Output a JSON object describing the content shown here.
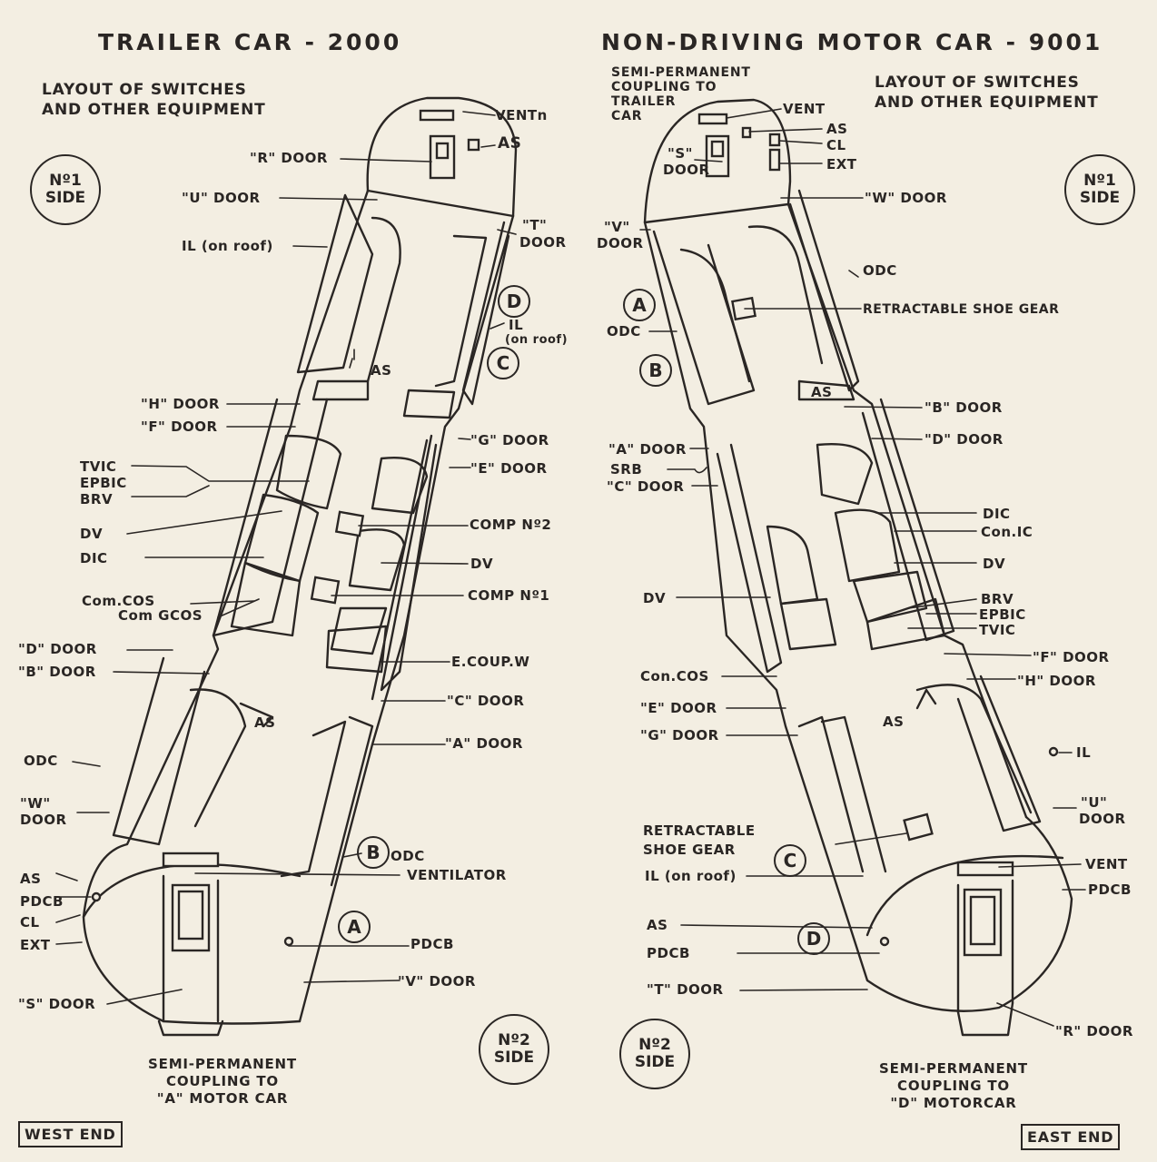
{
  "left": {
    "title": "TRAILER CAR - 2000",
    "subtitle": [
      "LAYOUT OF SWITCHES",
      "AND OTHER EQUIPMENT"
    ],
    "side1": [
      "Nº1",
      "SIDE"
    ],
    "side2": [
      "Nº2",
      "SIDE"
    ],
    "end_box": "WEST END",
    "coupling": [
      "SEMI-PERMANENT",
      "COUPLING TO",
      "\"A\" MOTOR CAR"
    ],
    "circles": [
      "D",
      "C",
      "B",
      "A"
    ],
    "labels": {
      "vent": "VENTn",
      "as_top": "AS",
      "r_door": "\"R\" DOOR",
      "u_door": "\"U\" DOOR",
      "t_door": "\"T\"",
      "t_door2": "DOOR",
      "il_roof": "IL (on roof)",
      "il": "IL",
      "il_on_roof": "(on roof)",
      "as_mid": "AS",
      "h_door": "\"H\" DOOR",
      "f_door": "\"F\" DOOR",
      "g_door": "\"G\" DOOR",
      "e_door": "\"E\" DOOR",
      "tvic": "TVIC",
      "epbic": "EPBIC",
      "brv": "BRV",
      "comp2": "COMP Nº2",
      "dv_left": "DV",
      "dv_right": "DV",
      "dic": "DIC",
      "comp1": "COMP Nº1",
      "com_cos": "Com.COS",
      "com_gcos": "Com GCOS",
      "d_door": "\"D\" DOOR",
      "b_door": "\"B\" DOOR",
      "ecoup": "E.COUP.W",
      "c_door": "\"C\" DOOR",
      "as_low": "AS",
      "a_door": "\"A\" DOOR",
      "odc_left": "ODC",
      "w_door": "\"W\"",
      "w_door2": "DOOR",
      "odc_right": "ODC",
      "ventilator": "VENTILATOR",
      "as_end": "AS",
      "pdcb_end": "PDCB",
      "cl_end": "CL",
      "ext_end": "EXT",
      "pdcb_right": "PDCB",
      "v_door": "\"V\" DOOR",
      "s_door": "\"S\" DOOR"
    }
  },
  "right": {
    "title": "NON-DRIVING MOTOR CAR - 9001",
    "subtitle": [
      "LAYOUT OF SWITCHES",
      "AND OTHER EQUIPMENT"
    ],
    "side1": [
      "Nº1",
      "SIDE"
    ],
    "side2": [
      "Nº2",
      "SIDE"
    ],
    "end_box": "EAST END",
    "coupling_top": [
      "SEMI-PERMANENT",
      "COUPLING TO",
      "TRAILER",
      "CAR"
    ],
    "coupling": [
      "SEMI-PERMANENT",
      "COUPLING TO",
      "\"D\" MOTORCAR"
    ],
    "circles": [
      "A",
      "B",
      "C",
      "D"
    ],
    "labels": {
      "vent": "VENT",
      "as_top": "AS",
      "cl_top": "CL",
      "ext_top": "EXT",
      "s_door": "\"S\"",
      "s_door2": "DOOR",
      "w_door": "\"W\" DOOR",
      "v_door": "\"V\"",
      "v_door2": "DOOR",
      "odc_top": "ODC",
      "odc_left": "ODC",
      "shoe_gear": "RETRACTABLE SHOE GEAR",
      "as_mid": "AS",
      "b_door": "\"B\" DOOR",
      "d_door": "\"D\" DOOR",
      "a_door": "\"A\" DOOR",
      "srb": "SRB",
      "c_door": "\"C\" DOOR",
      "dic": "DIC",
      "con_ic": "Con.IC",
      "dv_right": "DV",
      "dv_left": "DV",
      "brv": "BRV",
      "epbic": "EPBIC",
      "tvic": "TVIC",
      "f_door": "\"F\" DOOR",
      "h_door": "\"H\" DOOR",
      "con_cos": "Con.COS",
      "e_door": "\"E\" DOOR",
      "g_door": "\"G\" DOOR",
      "as_low": "AS",
      "il": "IL",
      "u_door": "\"U\"",
      "u_door2": "DOOR",
      "shoe_gear2a": "RETRACTABLE",
      "shoe_gear2b": "SHOE GEAR",
      "il_roof": "IL (on roof)",
      "vent_end": "VENT",
      "pdcb_end": "PDCB",
      "as_end": "AS",
      "pdcb_left": "PDCB",
      "t_door": "\"T\" DOOR",
      "r_door": "\"R\" DOOR"
    }
  }
}
